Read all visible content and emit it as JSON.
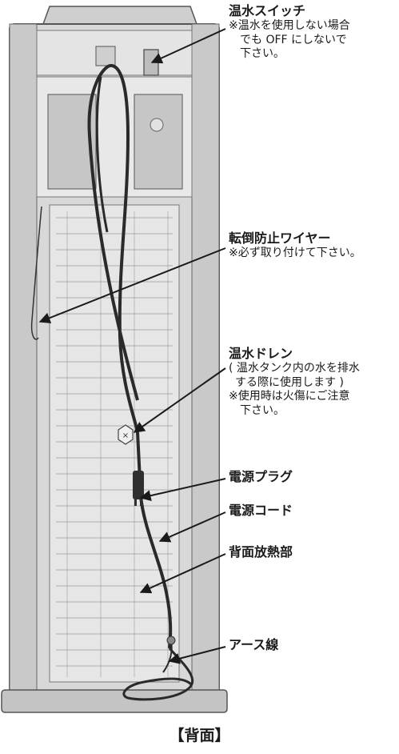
{
  "labels": {
    "hot_switch": {
      "title": "温水スイッチ",
      "notes": [
        "※温水を使用しない場合",
        "でも OFF にしないで",
        "下さい。"
      ]
    },
    "tip_wire": {
      "title": "転倒防止ワイヤー",
      "notes": [
        "※必ず取り付けて下さい。"
      ]
    },
    "hot_drain": {
      "title": "温水ドレン",
      "notes": [
        "( 温水タンク内の水を排水",
        "する際に使用します )",
        "※使用時は火傷にご注意",
        "下さい。"
      ]
    },
    "power_plug": {
      "title": "電源プラグ"
    },
    "power_cord": {
      "title": "電源コード"
    },
    "rear_radiator": {
      "title": "背面放熱部"
    },
    "ground_wire": {
      "title": "アース線"
    }
  },
  "caption": "【背面】",
  "colors": {
    "body_fill": "#dcdcdc",
    "body_stroke": "#555555",
    "cord": "#2a2a2a",
    "leader": "#1a1a1a",
    "grille": "#9a9a9a"
  }
}
